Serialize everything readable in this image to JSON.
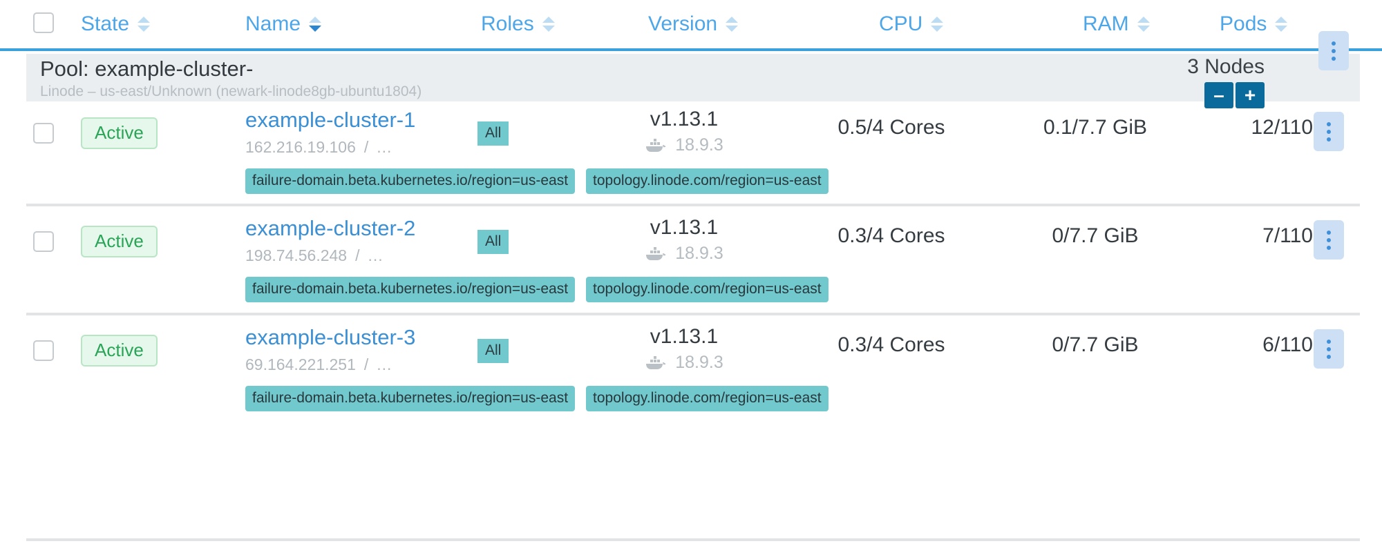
{
  "header": {
    "select_all_checkbox": "",
    "columns": [
      {
        "label": "State",
        "sort": "none"
      },
      {
        "label": "Name",
        "sort": "desc"
      },
      {
        "label": "Roles",
        "sort": "none"
      },
      {
        "label": "Version",
        "sort": "none"
      },
      {
        "label": "CPU",
        "sort": "none"
      },
      {
        "label": "RAM",
        "sort": "none"
      },
      {
        "label": "Pods",
        "sort": "none"
      }
    ]
  },
  "pool": {
    "title": "Pool: example-cluster-",
    "subtitle": "Linode – us-east/Unknown (newark-linode8gb-ubuntu1804)",
    "node_count_label": "3 Nodes",
    "decrement_label": "–",
    "increment_label": "+",
    "menu_label": "⋮"
  },
  "nodes": [
    {
      "state": "Active",
      "name": "example-cluster-1",
      "ip": "162.216.19.106",
      "ip_separator": "/",
      "ip_more": "...",
      "role": "All",
      "version": "v1.13.1",
      "runtime_icon": "docker-whale-icon",
      "runtime_version": "18.9.3",
      "cpu": "0.5/4 Cores",
      "ram": "0.1/7.7 GiB",
      "pods": "12/110",
      "labels": [
        "failure-domain.beta.kubernetes.io/region=us-east",
        "topology.linode.com/region=us-east"
      ]
    },
    {
      "state": "Active",
      "name": "example-cluster-2",
      "ip": "198.74.56.248",
      "ip_separator": "/",
      "ip_more": "...",
      "role": "All",
      "version": "v1.13.1",
      "runtime_icon": "docker-whale-icon",
      "runtime_version": "18.9.3",
      "cpu": "0.3/4 Cores",
      "ram": "0/7.7 GiB",
      "pods": "7/110",
      "labels": [
        "failure-domain.beta.kubernetes.io/region=us-east",
        "topology.linode.com/region=us-east"
      ]
    },
    {
      "state": "Active",
      "name": "example-cluster-3",
      "ip": "69.164.221.251",
      "ip_separator": "/",
      "ip_more": "...",
      "role": "All",
      "version": "v1.13.1",
      "runtime_icon": "docker-whale-icon",
      "runtime_version": "18.9.3",
      "cpu": "0.3/4 Cores",
      "ram": "0/7.7 GiB",
      "pods": "6/110",
      "labels": [
        "failure-domain.beta.kubernetes.io/region=us-east",
        "topology.linode.com/region=us-east"
      ]
    }
  ],
  "colors": {
    "accent_blue": "#3ba1dd",
    "link_blue": "#3b8fd4",
    "state_green": "#2aa457",
    "chip_teal": "#71c8cd",
    "stepper_blue": "#0a6a9b",
    "pool_bg": "#ebeef0"
  }
}
